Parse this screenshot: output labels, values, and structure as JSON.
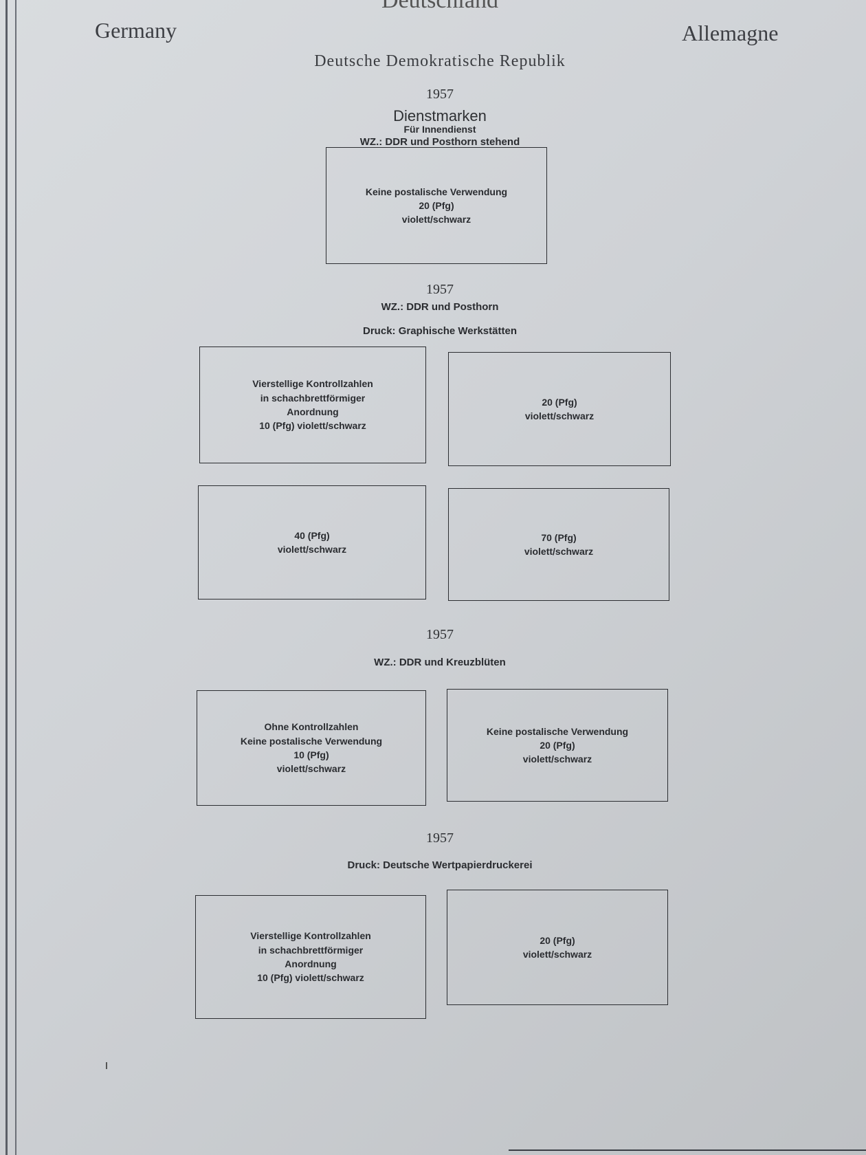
{
  "header": {
    "top_title": "Deutschland",
    "left_country": "Germany",
    "right_country": "Allemagne",
    "subtitle": "Deutsche Demokratische Republik"
  },
  "section1": {
    "year": "1957",
    "title": "Dienstmarken",
    "note": "Für Innendienst",
    "watermark": "WZ.: DDR und Posthorn stehend",
    "boxes": [
      {
        "lines": [
          "Keine postalische Verwendung",
          "20 (Pfg)",
          "violett/schwarz"
        ]
      }
    ]
  },
  "section2": {
    "year": "1957",
    "watermark": "WZ.: DDR und Posthorn",
    "print": "Druck: Graphische Werkstätten",
    "boxes": [
      {
        "lines": [
          "Vierstellige Kontrollzahlen",
          "in schachbrettförmiger",
          "Anordnung",
          "10 (Pfg) violett/schwarz"
        ]
      },
      {
        "lines": [
          "20 (Pfg)",
          "violett/schwarz"
        ]
      },
      {
        "lines": [
          "40 (Pfg)",
          "violett/schwarz"
        ]
      },
      {
        "lines": [
          "70 (Pfg)",
          "violett/schwarz"
        ]
      }
    ]
  },
  "section3": {
    "year": "1957",
    "watermark": "WZ.: DDR und Kreuzblüten",
    "boxes": [
      {
        "lines": [
          "Ohne Kontrollzahlen",
          "Keine postalische Verwendung",
          "10 (Pfg)",
          "violett/schwarz"
        ]
      },
      {
        "lines": [
          "Keine postalische Verwendung",
          "20 (Pfg)",
          "violett/schwarz"
        ]
      }
    ]
  },
  "section4": {
    "year": "1957",
    "print": "Druck: Deutsche Wertpapierdruckerei",
    "boxes": [
      {
        "lines": [
          "Vierstellige Kontrollzahlen",
          "in schachbrettförmiger",
          "Anordnung",
          "10 (Pfg) violett/schwarz"
        ]
      },
      {
        "lines": [
          "20 (Pfg)",
          "violett/schwarz"
        ]
      }
    ]
  }
}
